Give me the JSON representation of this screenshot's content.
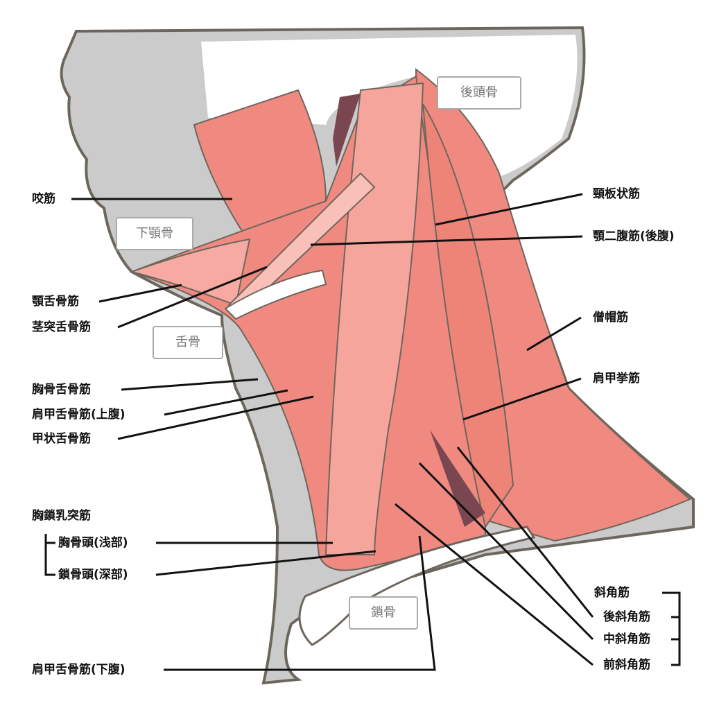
{
  "colors": {
    "skin": "#cbcbcb",
    "outline": "#6d665c",
    "muscle": "#f08a80",
    "muscle_light": "#f6aaa2",
    "muscle_dark": "#7a4650",
    "bone": "#ffffff",
    "leader": "#111111"
  },
  "bone_labels": {
    "occipital": "後頭骨",
    "mandible": "下顎骨",
    "hyoid": "舌骨",
    "clavicle": "鎖骨"
  },
  "left_labels": {
    "masseter": "咬筋",
    "mylohyoid": "顎舌骨筋",
    "stylohyoid": "茎突舌骨筋",
    "sternohyoid": "胸骨舌骨筋",
    "omohyoid_superior": "肩甲舌骨筋(上腹)",
    "thyrohyoid": "甲状舌骨筋",
    "scm": "胸鎖乳突筋",
    "scm_sternal": "胸骨頭(浅部)",
    "scm_clavicular": "鎖骨頭(深部)",
    "omohyoid_inferior": "肩甲舌骨筋(下腹)"
  },
  "right_labels": {
    "splenius": "頸板状筋",
    "digastric_posterior": "顎二腹筋(後腹)",
    "trapezius": "僧帽筋",
    "levator_scapulae": "肩甲挙筋",
    "scalenes": "斜角筋",
    "scalene_posterior": "後斜角筋",
    "scalene_middle": "中斜角筋",
    "scalene_anterior": "前斜角筋"
  }
}
